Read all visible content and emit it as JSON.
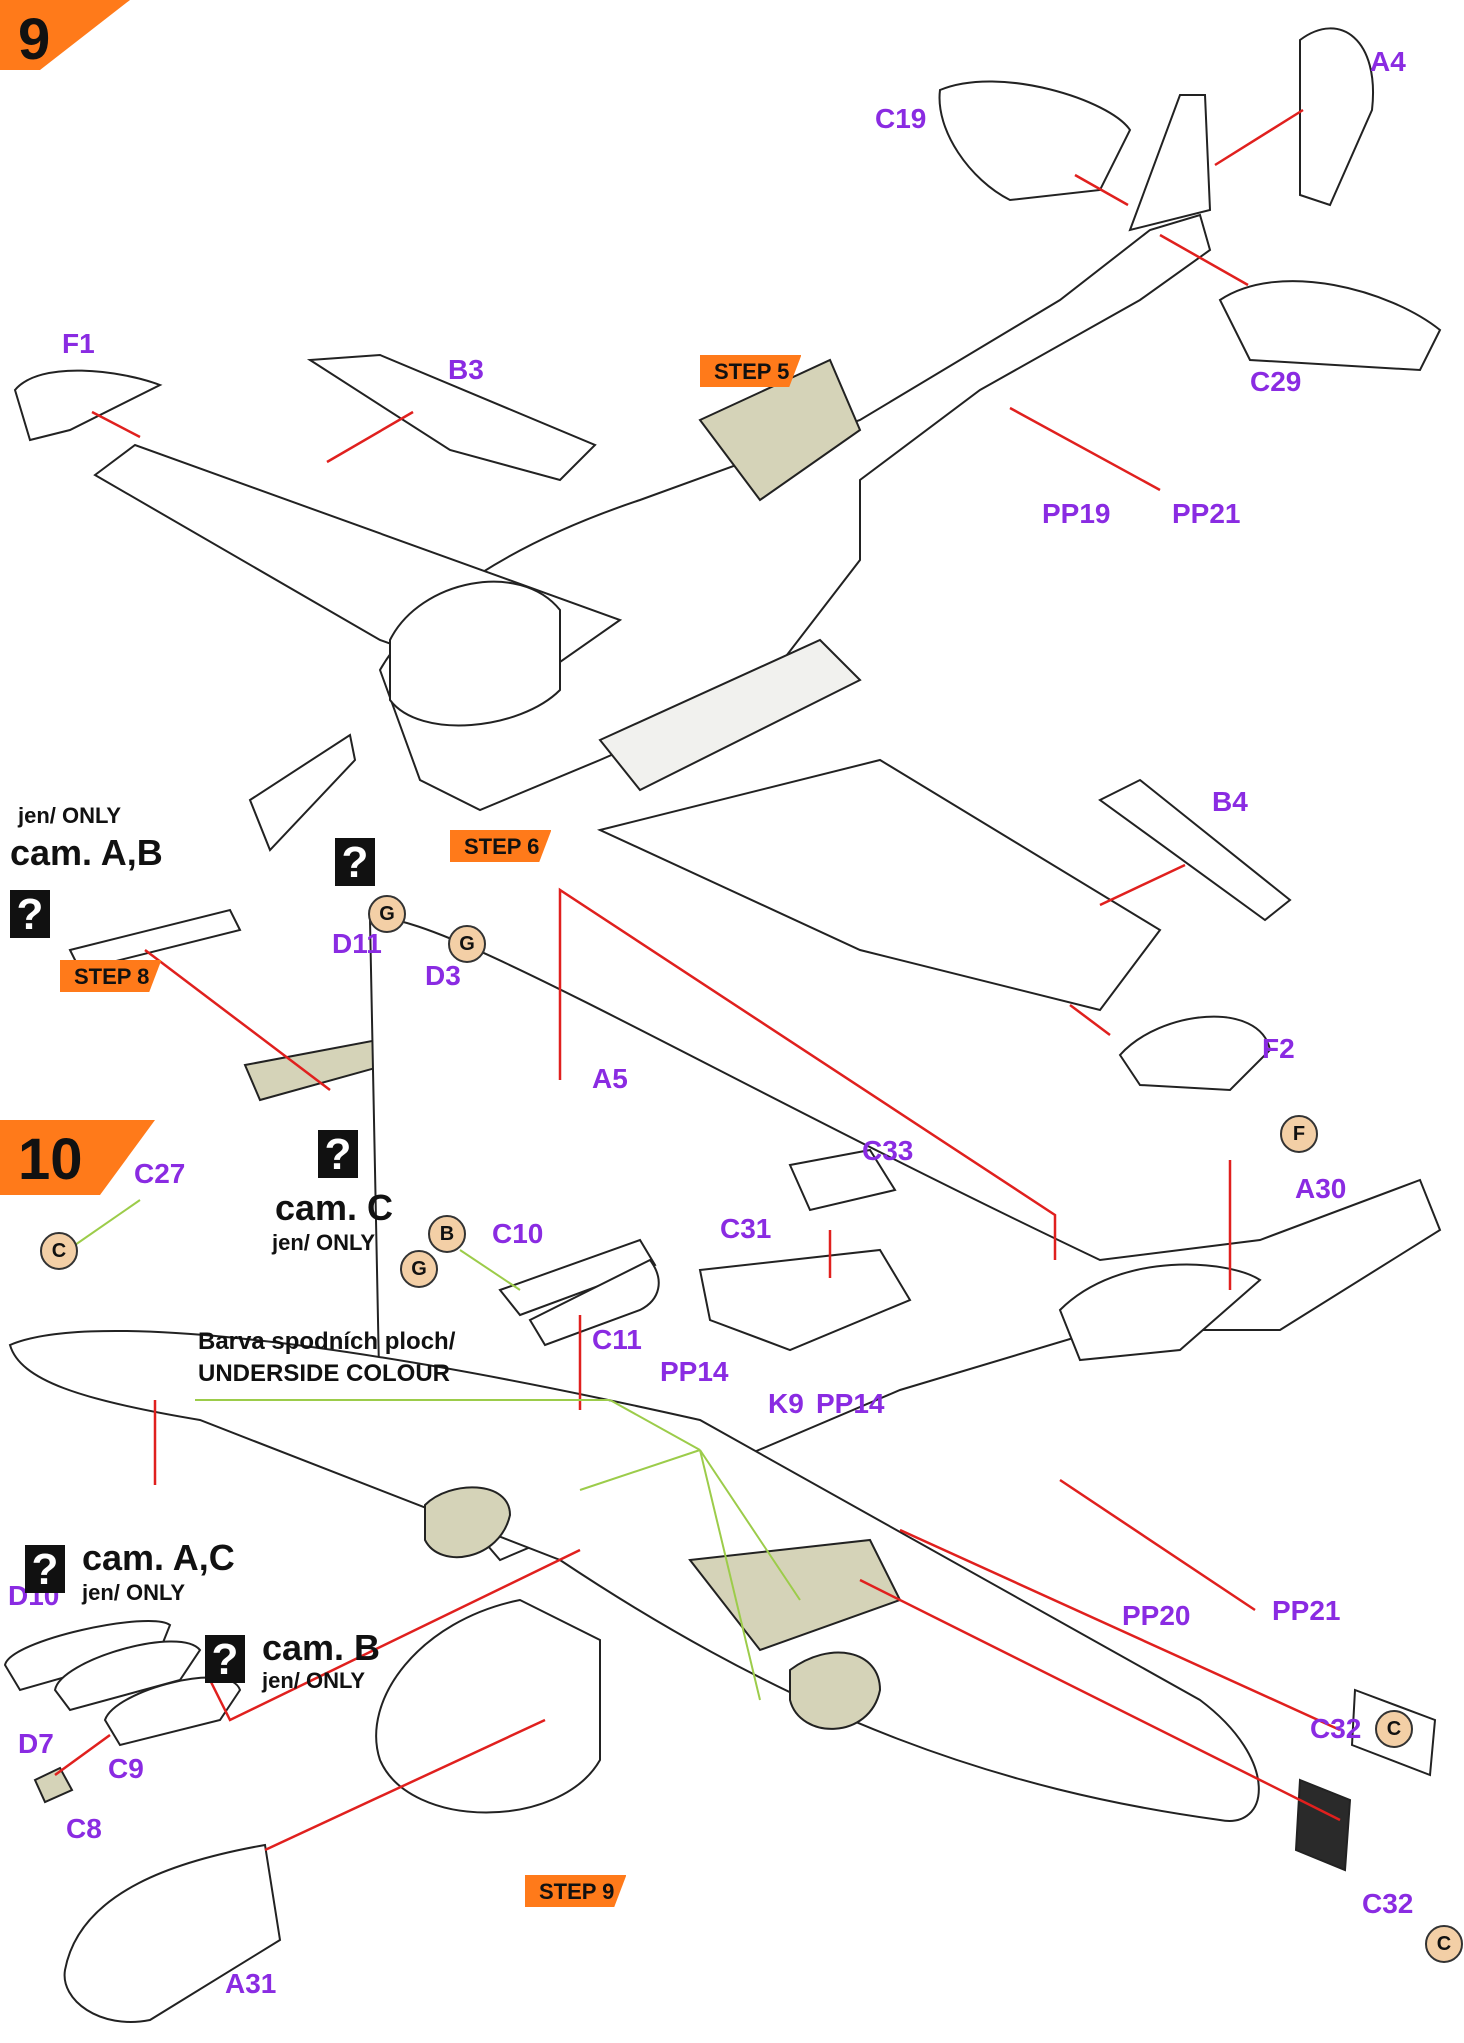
{
  "steps": {
    "step9_number": "9",
    "step10_number": "10"
  },
  "step_refs": {
    "step5": "STEP 5",
    "step6": "STEP 6",
    "step8": "STEP 8",
    "step9": "STEP 9"
  },
  "parts": {
    "a4": "A4",
    "c19": "C19",
    "c29": "C29",
    "f1": "F1",
    "b3": "B3",
    "pp19": "PP19",
    "pp21a": "PP21",
    "b4": "B4",
    "f2": "F2",
    "d11": "D11",
    "d3": "D3",
    "a5": "A5",
    "c27": "C27",
    "c10": "C10",
    "c11": "C11",
    "c33": "C33",
    "c31": "C31",
    "a30": "A30",
    "pp14a": "PP14",
    "k9": "K9",
    "pp14b": "PP14",
    "pp20": "PP20",
    "pp21b": "PP21",
    "d10": "D10",
    "d7": "D7",
    "c9": "C9",
    "c8": "C8",
    "a31": "A31",
    "c32a": "C32",
    "c32b": "C32"
  },
  "notes": {
    "only_ab_1": "jen/ ONLY",
    "only_ab_2": "cam. A,B",
    "cam_c_1": "cam. C",
    "cam_c_2": "jen/ ONLY",
    "underside_1": "Barva spodních ploch/",
    "underside_2": "UNDERSIDE COLOUR",
    "cam_ac_1": "cam. A,C",
    "cam_ac_2": "jen/ ONLY",
    "cam_b_1": "cam. B",
    "cam_b_2": "jen/ ONLY"
  },
  "paint_codes": {
    "g1": "G",
    "g2": "G",
    "g3": "G",
    "b": "B",
    "c1": "C",
    "f": "F",
    "c2": "C",
    "c3": "C"
  },
  "icons": {
    "question": "?"
  },
  "colors": {
    "part_label": "#8a2be2",
    "arrow": "#e0201e",
    "step_orange": "#ff7a1a",
    "cockpit_green": "#c9c6a6",
    "leader_green": "#9ccc4a",
    "paint_chip": "#f3cfa6"
  }
}
